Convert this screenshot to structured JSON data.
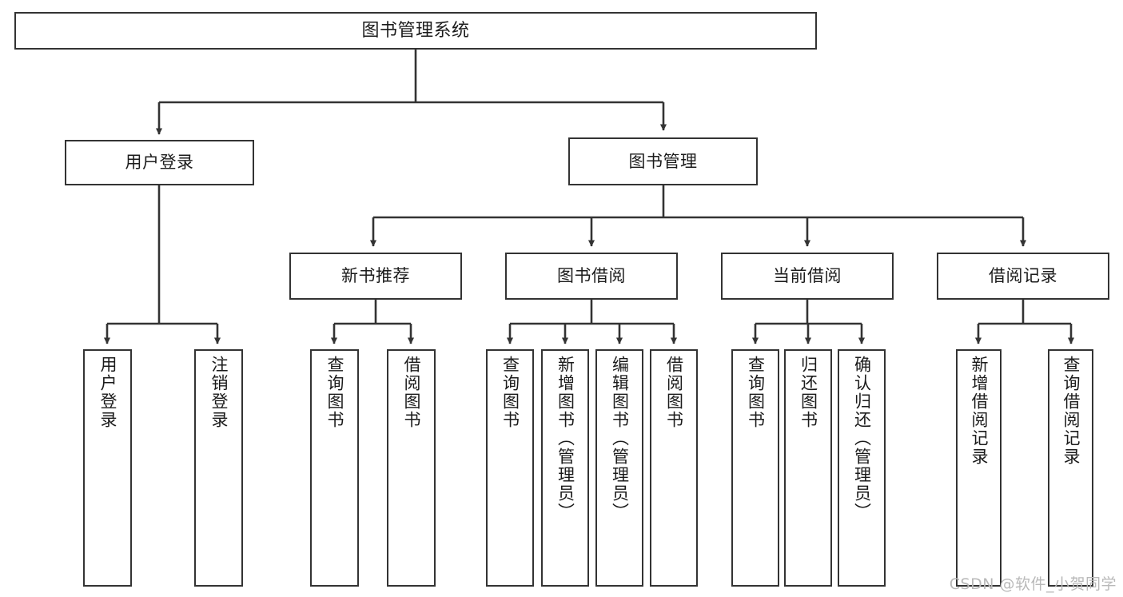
{
  "diagram": {
    "title": "图书管理系统",
    "watermark": "CSDN @软件_小贺同学",
    "line_color": "#333333",
    "box_fill": "#ffffff",
    "text_color": "#1b1b1b",
    "background": "#ffffff",
    "nodes": {
      "root": "图书管理系统",
      "level2": {
        "user_login": "用户登录",
        "book_manage": "图书管理"
      },
      "level3": {
        "new_book_rec": "新书推荐",
        "book_borrow": "图书借阅",
        "current_borrow": "当前借阅",
        "borrow_record": "借阅记录"
      },
      "leaves": {
        "user_login_1": "用户登录",
        "user_login_2": "注销登录",
        "new_book_rec_1": "查询图书",
        "new_book_rec_2": "借阅图书",
        "book_borrow_1": "查询图书",
        "book_borrow_2": "新增图书（管理员）",
        "book_borrow_3": "编辑图书（管理员）",
        "book_borrow_4": "借阅图书",
        "current_borrow_1": "查询图书",
        "current_borrow_2": "归还图书",
        "current_borrow_3": "确认归还（管理员）",
        "borrow_record_1": "新增借阅记录",
        "borrow_record_2": "查询借阅记录"
      }
    }
  }
}
